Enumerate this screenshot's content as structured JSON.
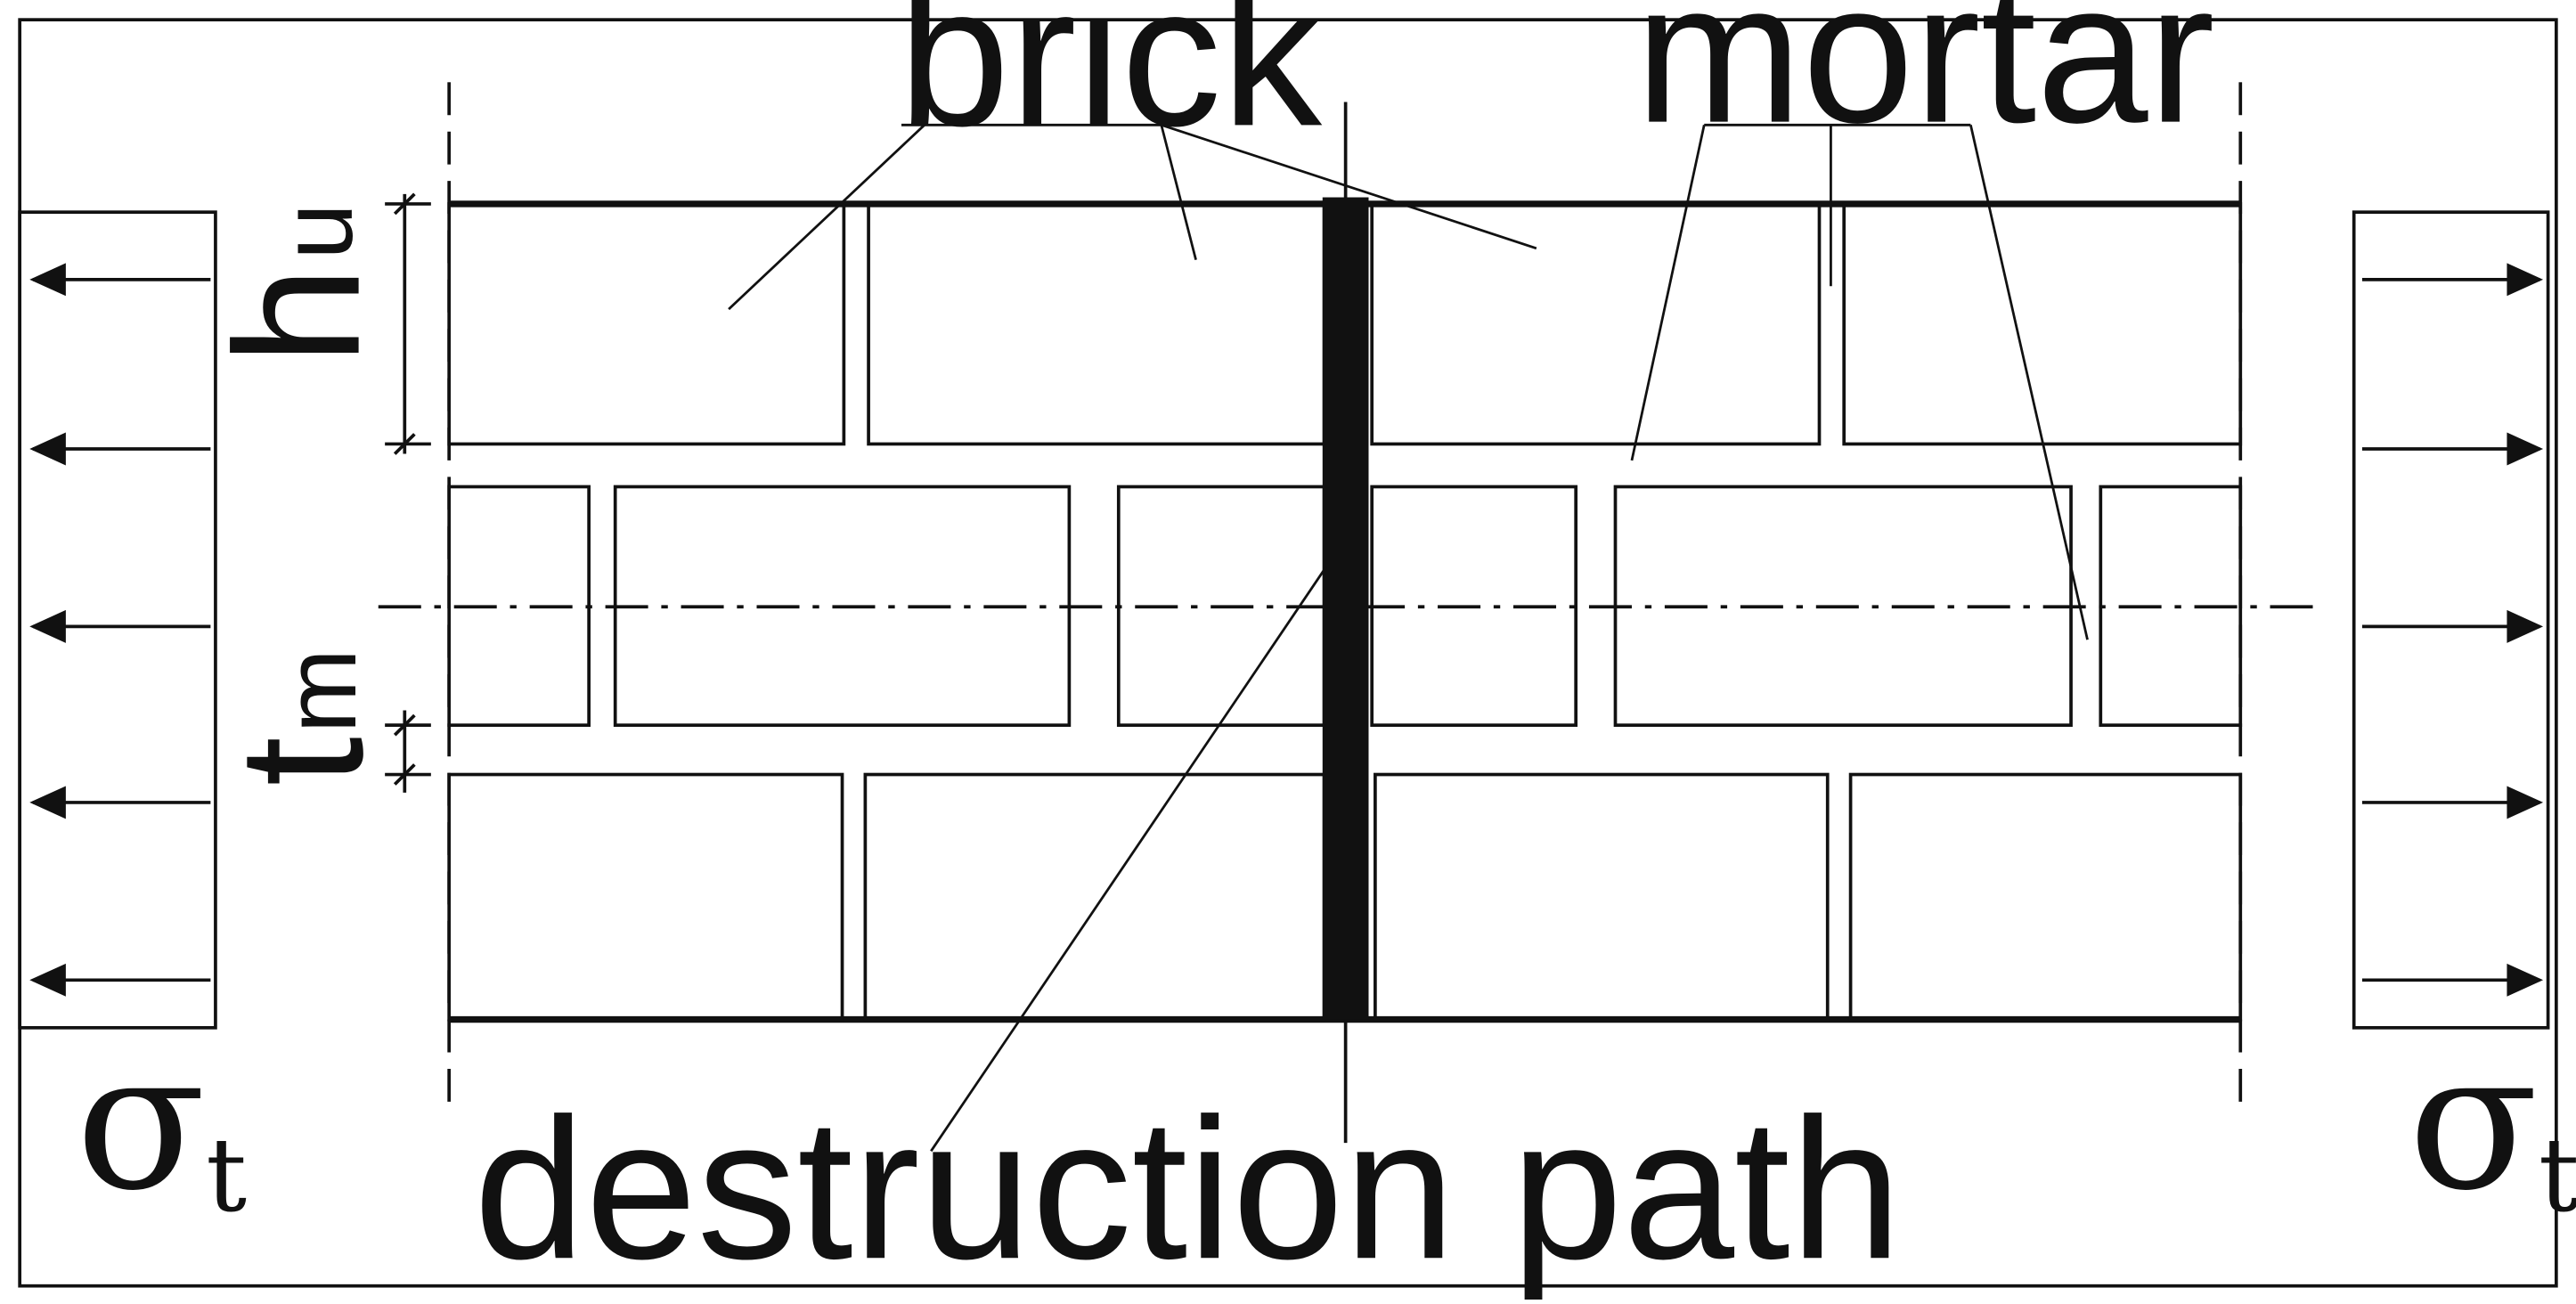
{
  "labels": {
    "brick": "brick",
    "mortar": "mortar",
    "destruction_path": "destruction path",
    "sigma_left": "σ",
    "sigma_left_sub": "t",
    "sigma_right": "σ",
    "sigma_right_sub": "t",
    "h_main": "h",
    "h_sub": "u",
    "t_main": "t",
    "t_sub": "m"
  },
  "colors": {
    "line": "#111111",
    "crack": "#111111",
    "background": "#ffffff"
  }
}
